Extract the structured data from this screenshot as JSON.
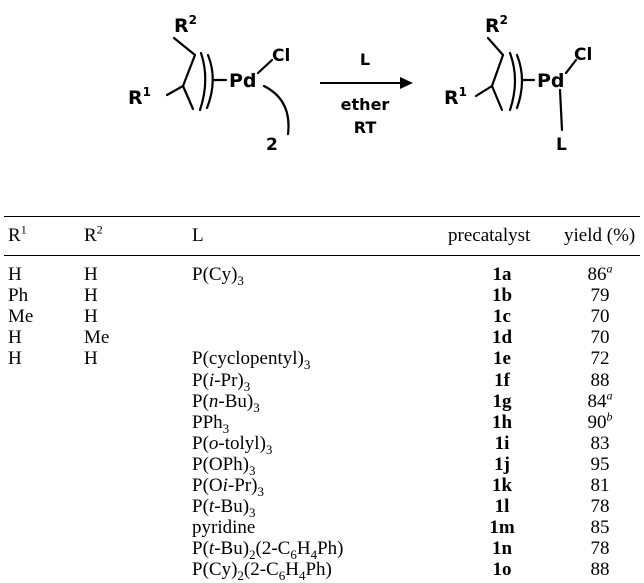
{
  "scheme": {
    "reactant": {
      "r1": "R",
      "r1_sup": "1",
      "r2": "R",
      "r2_sup": "2",
      "metal": "Pd",
      "halide": "Cl",
      "multiplier": "2"
    },
    "conditions": {
      "reagent": "L",
      "solvent": "ether",
      "temperature": "RT"
    },
    "product": {
      "r1": "R",
      "r1_sup": "1",
      "r2": "R",
      "r2_sup": "2",
      "metal": "Pd",
      "halide": "Cl",
      "ligand": "L"
    }
  },
  "table": {
    "headers": {
      "r1": "R",
      "r1_sup": "1",
      "r2": "R",
      "r2_sup": "2",
      "ligand": "L",
      "precatalyst": "precatalyst",
      "yield": "yield (%)"
    },
    "rows": [
      {
        "r1": "H",
        "r2": "H",
        "ligand": [
          {
            "t": "P(Cy)"
          },
          {
            "t": "3",
            "s": "sub"
          }
        ],
        "precatalyst": "1a",
        "yield": "86",
        "note": "a"
      },
      {
        "r1": "Ph",
        "r2": "H",
        "ligand": [],
        "precatalyst": "1b",
        "yield": "79",
        "note": ""
      },
      {
        "r1": "Me",
        "r2": "H",
        "ligand": [],
        "precatalyst": "1c",
        "yield": "70",
        "note": ""
      },
      {
        "r1": "H",
        "r2": "Me",
        "ligand": [],
        "precatalyst": "1d",
        "yield": "70",
        "note": ""
      },
      {
        "r1": "H",
        "r2": "H",
        "ligand": [
          {
            "t": "P(cyclopentyl)"
          },
          {
            "t": "3",
            "s": "sub"
          }
        ],
        "precatalyst": "1e",
        "yield": "72",
        "note": ""
      },
      {
        "r1": "",
        "r2": "",
        "ligand": [
          {
            "t": "P("
          },
          {
            "t": "i",
            "s": "i"
          },
          {
            "t": "-Pr)"
          },
          {
            "t": "3",
            "s": "sub"
          }
        ],
        "precatalyst": "1f",
        "yield": "88",
        "note": ""
      },
      {
        "r1": "",
        "r2": "",
        "ligand": [
          {
            "t": "P("
          },
          {
            "t": "n",
            "s": "i"
          },
          {
            "t": "-Bu)"
          },
          {
            "t": "3",
            "s": "sub"
          }
        ],
        "precatalyst": "1g",
        "yield": "84",
        "note": "a"
      },
      {
        "r1": "",
        "r2": "",
        "ligand": [
          {
            "t": "PPh"
          },
          {
            "t": "3",
            "s": "sub"
          }
        ],
        "precatalyst": "1h",
        "yield": "90",
        "note": "b"
      },
      {
        "r1": "",
        "r2": "",
        "ligand": [
          {
            "t": "P("
          },
          {
            "t": "o",
            "s": "i"
          },
          {
            "t": "-tolyl)"
          },
          {
            "t": "3",
            "s": "sub"
          }
        ],
        "precatalyst": "1i",
        "yield": "83",
        "note": ""
      },
      {
        "r1": "",
        "r2": "",
        "ligand": [
          {
            "t": "P(OPh)"
          },
          {
            "t": "3",
            "s": "sub"
          }
        ],
        "precatalyst": "1j",
        "yield": "95",
        "note": ""
      },
      {
        "r1": "",
        "r2": "",
        "ligand": [
          {
            "t": "P(O"
          },
          {
            "t": "i",
            "s": "i"
          },
          {
            "t": "-Pr)"
          },
          {
            "t": "3",
            "s": "sub"
          }
        ],
        "precatalyst": "1k",
        "yield": "81",
        "note": ""
      },
      {
        "r1": "",
        "r2": "",
        "ligand": [
          {
            "t": "P("
          },
          {
            "t": "t",
            "s": "i"
          },
          {
            "t": "-Bu)"
          },
          {
            "t": "3",
            "s": "sub"
          }
        ],
        "precatalyst": "1l",
        "yield": "78",
        "note": ""
      },
      {
        "r1": "",
        "r2": "",
        "ligand": [
          {
            "t": "pyridine"
          }
        ],
        "precatalyst": "1m",
        "yield": "85",
        "note": ""
      },
      {
        "r1": "",
        "r2": "",
        "ligand": [
          {
            "t": "P("
          },
          {
            "t": "t",
            "s": "i"
          },
          {
            "t": "-Bu)"
          },
          {
            "t": "2",
            "s": "sub"
          },
          {
            "t": "(2-C"
          },
          {
            "t": "6",
            "s": "sub"
          },
          {
            "t": "H"
          },
          {
            "t": "4",
            "s": "sub"
          },
          {
            "t": "Ph)"
          }
        ],
        "precatalyst": "1n",
        "yield": "78",
        "note": ""
      },
      {
        "r1": "",
        "r2": "",
        "ligand": [
          {
            "t": "P(Cy)"
          },
          {
            "t": "2",
            "s": "sub"
          },
          {
            "t": "(2-C"
          },
          {
            "t": "6",
            "s": "sub"
          },
          {
            "t": "H"
          },
          {
            "t": "4",
            "s": "sub"
          },
          {
            "t": "Ph)"
          }
        ],
        "precatalyst": "1o",
        "yield": "88",
        "note": ""
      }
    ]
  }
}
